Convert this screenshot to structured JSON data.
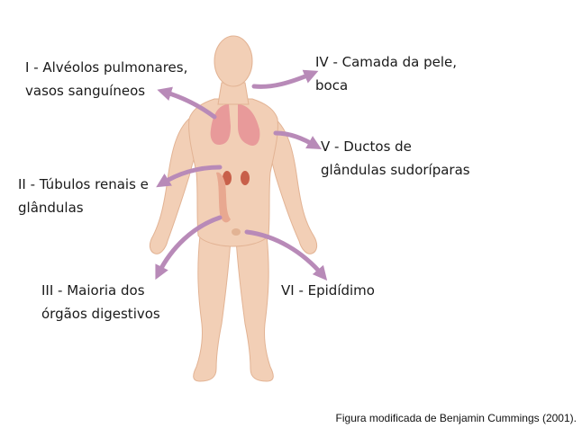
{
  "labels": {
    "I": {
      "line1": "I - Alvéolos pulmonares,",
      "line2": "vasos sanguíneos"
    },
    "II": {
      "line1": "II - Túbulos renais e",
      "line2": "glândulas"
    },
    "III": {
      "line1": "III - Maioria dos",
      "line2": "órgãos digestivos"
    },
    "IV": {
      "line1": "IV - Camada da pele,",
      "line2": "boca"
    },
    "V": {
      "line1": "V - Ductos de",
      "line2": "glândulas sudoríparas"
    },
    "VI": {
      "line1": "VI - Epidídimo",
      "line2": ""
    }
  },
  "credit": "Figura modificada de Benjamin Cummings (2001).",
  "colors": {
    "skin": "#f2cfb6",
    "skin_shadow": "#e2b394",
    "arrow": "#b88ab8",
    "lungs": "#e89a9a",
    "kidneys": "#c8604a",
    "gut": "#e8a890"
  }
}
